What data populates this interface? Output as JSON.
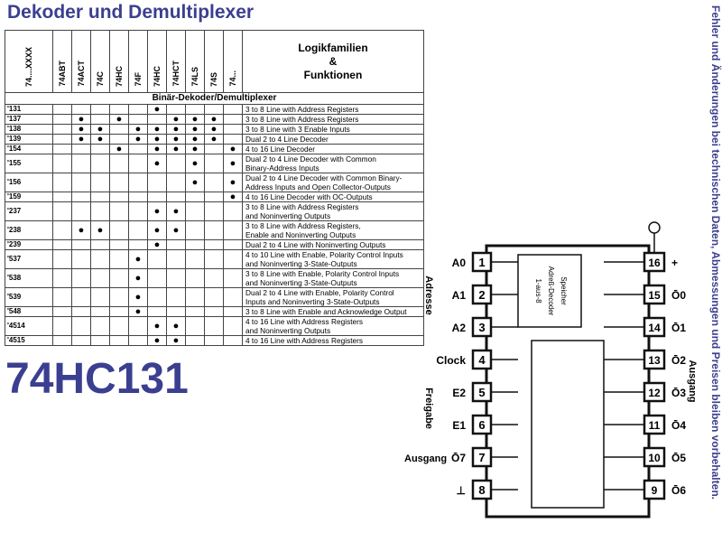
{
  "title": "Dekoder und Demultiplexer",
  "big_title": "74HC131",
  "side_note": "Fehler und Änderungen bei technischen Daten, Abmessungen und Preisen bleiben vorbehalten.",
  "table": {
    "code_header": "74....XXXX",
    "families": [
      "74ABT",
      "74ACT",
      "74C",
      "74HC",
      "74F",
      "74HC",
      "74HCT",
      "74LS",
      "74S",
      "74..."
    ],
    "header_title": [
      "Logikfamilien",
      "&",
      "Funktionen"
    ],
    "section": "Binär-Dekoder/Demultiplexer",
    "dot_glyph": "●",
    "rows": [
      {
        "code": "'131",
        "dots": [
          0,
          0,
          0,
          0,
          1,
          0,
          0,
          0,
          0
        ],
        "desc": [
          "3 to 8 Line with Address Registers"
        ]
      },
      {
        "code": "'137",
        "dots": [
          1,
          0,
          1,
          0,
          0,
          1,
          1,
          1,
          0
        ],
        "desc": [
          "3 to 8 Line with Address Registers"
        ]
      },
      {
        "code": "'138",
        "dots": [
          1,
          1,
          0,
          1,
          1,
          1,
          1,
          1,
          0
        ],
        "desc": [
          "3 to 8 Line with 3 Enable Inputs"
        ]
      },
      {
        "code": "'139",
        "dots": [
          1,
          1,
          0,
          1,
          1,
          1,
          1,
          1,
          0
        ],
        "desc": [
          "Dual 2 to 4 Line Decoder"
        ]
      },
      {
        "code": "'154",
        "dots": [
          0,
          0,
          1,
          0,
          1,
          1,
          1,
          0,
          1
        ],
        "desc": [
          "4 to 16 Line Decoder"
        ]
      },
      {
        "code": "'155",
        "dots": [
          0,
          0,
          0,
          0,
          1,
          0,
          1,
          0,
          1
        ],
        "desc": [
          "Dual 2 to 4 Line Decoder with Common",
          "Binary-Address Inputs"
        ]
      },
      {
        "code": "'156",
        "dots": [
          0,
          0,
          0,
          0,
          0,
          0,
          1,
          0,
          1
        ],
        "desc": [
          "Dual 2 to 4 Line Decoder with Common Binary-",
          "Address Inputs and Open Collector-Outputs"
        ]
      },
      {
        "code": "'159",
        "dots": [
          0,
          0,
          0,
          0,
          0,
          0,
          0,
          0,
          1
        ],
        "desc": [
          "4 to 16 Line Decoder with OC-Outputs"
        ]
      },
      {
        "code": "'237",
        "dots": [
          0,
          0,
          0,
          0,
          1,
          1,
          0,
          0,
          0
        ],
        "desc": [
          "3 to 8 Line with Address Registers",
          "and Noninverting Outputs"
        ]
      },
      {
        "code": "'238",
        "dots": [
          1,
          1,
          0,
          0,
          1,
          1,
          0,
          0,
          0
        ],
        "desc": [
          "3 to 8 Line with Address Registers,",
          "Enable and Noninverting Outputs"
        ]
      },
      {
        "code": "'239",
        "dots": [
          0,
          0,
          0,
          0,
          1,
          0,
          0,
          0,
          0
        ],
        "desc": [
          "Dual 2 to 4 Line with Noninverting Outputs"
        ]
      },
      {
        "code": "'537",
        "dots": [
          0,
          0,
          0,
          1,
          0,
          0,
          0,
          0,
          0
        ],
        "desc": [
          "4 to 10 Line with Enable, Polarity Control Inputs",
          "and Noninverting 3-State-Outputs"
        ]
      },
      {
        "code": "'538",
        "dots": [
          0,
          0,
          0,
          1,
          0,
          0,
          0,
          0,
          0
        ],
        "desc": [
          "3 to 8 Line with Enable, Polarity Control Inputs",
          "and Noninverting 3-State-Outputs"
        ]
      },
      {
        "code": "'539",
        "dots": [
          0,
          0,
          0,
          1,
          0,
          0,
          0,
          0,
          0
        ],
        "desc": [
          "Dual 2 to 4 Line with Enable, Polarity Control",
          "Inputs and Noninverting 3-State-Outputs"
        ]
      },
      {
        "code": "'548",
        "dots": [
          0,
          0,
          0,
          1,
          0,
          0,
          0,
          0,
          0
        ],
        "desc": [
          "3 to 8 Line with Enable and Acknowledge Output"
        ]
      },
      {
        "code": "'4514",
        "dots": [
          0,
          0,
          0,
          0,
          1,
          1,
          0,
          0,
          0
        ],
        "desc": [
          "4 to 16 Line with Address Registers",
          "and Noninverting Outputs"
        ]
      },
      {
        "code": "'4515",
        "dots": [
          0,
          0,
          0,
          0,
          1,
          1,
          0,
          0,
          0
        ],
        "desc": [
          "4 to 16 Line with Address Registers"
        ]
      }
    ]
  },
  "chip": {
    "chip_text": [
      "1-aus-8",
      "Adreß-Decoder",
      "Speicher"
    ],
    "left_pins": [
      {
        "num": "1",
        "label": "A0"
      },
      {
        "num": "2",
        "label": "A1"
      },
      {
        "num": "3",
        "label": "A2"
      },
      {
        "num": "4",
        "label": "Clock"
      },
      {
        "num": "5",
        "label": "E2"
      },
      {
        "num": "6",
        "label": "E1"
      },
      {
        "num": "7",
        "label": "Ō7"
      },
      {
        "num": "8",
        "label": "⊥"
      }
    ],
    "right_pins": [
      {
        "num": "16",
        "label": "+"
      },
      {
        "num": "15",
        "label": "Ō0"
      },
      {
        "num": "14",
        "label": "Ō1"
      },
      {
        "num": "13",
        "label": "Ō2"
      },
      {
        "num": "12",
        "label": "Ō3"
      },
      {
        "num": "11",
        "label": "Ō4"
      },
      {
        "num": "10",
        "label": "Ō5"
      },
      {
        "num": "9",
        "label": "Ō6"
      }
    ],
    "group_labels": {
      "adresse": "Adresse",
      "freigabe": "Freigabe",
      "ausgang_left": "Ausgang",
      "ausgang_right": "Ausgang"
    }
  }
}
